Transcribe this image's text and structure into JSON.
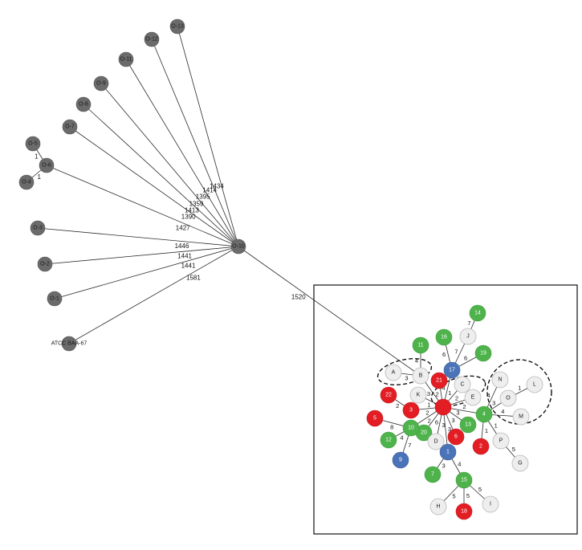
{
  "outer_nodes": [
    {
      "id": "O-13",
      "label": "O-13"
    },
    {
      "id": "O-12",
      "label": "O-12"
    },
    {
      "id": "O-11",
      "label": "O-11"
    },
    {
      "id": "O-9",
      "label": "O-9"
    },
    {
      "id": "O-8",
      "label": "O-8"
    },
    {
      "id": "O-7",
      "label": "O-7"
    },
    {
      "id": "O-5",
      "label": "O-5"
    },
    {
      "id": "O-6",
      "label": "O-6"
    },
    {
      "id": "O-4",
      "label": "O-4"
    },
    {
      "id": "O-3",
      "label": "O-3"
    },
    {
      "id": "O-2",
      "label": "O-2"
    },
    {
      "id": "O-1",
      "label": "O-1"
    },
    {
      "id": "ATCC",
      "label": "ATCC BAA-67"
    },
    {
      "id": "O-10",
      "label": "O-10"
    }
  ],
  "outer_edges": [
    {
      "from": "O-13",
      "to": "O-10",
      "weight": "1434"
    },
    {
      "from": "O-12",
      "to": "O-10",
      "weight": "1414"
    },
    {
      "from": "O-11",
      "to": "O-10",
      "weight": "1395"
    },
    {
      "from": "O-9",
      "to": "O-10",
      "weight": "1359"
    },
    {
      "from": "O-8",
      "to": "O-10",
      "weight": "1413"
    },
    {
      "from": "O-7",
      "to": "O-10",
      "weight": "1390"
    },
    {
      "from": "O-6",
      "to": "O-10",
      "weight": "1427"
    },
    {
      "from": "O-5",
      "to": "O-6",
      "weight": "1"
    },
    {
      "from": "O-4",
      "to": "O-6",
      "weight": "1"
    },
    {
      "from": "O-3",
      "to": "O-10",
      "weight": "1446"
    },
    {
      "from": "O-2",
      "to": "O-10",
      "weight": "1441"
    },
    {
      "from": "O-1",
      "to": "O-10",
      "weight": "1441"
    },
    {
      "from": "ATCC",
      "to": "O-10",
      "weight": "1581"
    },
    {
      "from": "O-10",
      "to": "B",
      "weight": "1520"
    }
  ],
  "inset_nodes": [
    {
      "id": "14",
      "label": "14",
      "color": "green"
    },
    {
      "id": "J",
      "label": "J",
      "color": "white"
    },
    {
      "id": "16",
      "label": "16",
      "color": "green"
    },
    {
      "id": "11",
      "label": "11",
      "color": "green"
    },
    {
      "id": "19",
      "label": "19",
      "color": "green"
    },
    {
      "id": "17",
      "label": "17",
      "color": "blue"
    },
    {
      "id": "A",
      "label": "A",
      "color": "white"
    },
    {
      "id": "B",
      "label": "B",
      "color": "white"
    },
    {
      "id": "21",
      "label": "21",
      "color": "red"
    },
    {
      "id": "C",
      "label": "C",
      "color": "white"
    },
    {
      "id": "N",
      "label": "N",
      "color": "white"
    },
    {
      "id": "L",
      "label": "L",
      "color": "white"
    },
    {
      "id": "22",
      "label": "22",
      "color": "red"
    },
    {
      "id": "K",
      "label": "K",
      "color": "white"
    },
    {
      "id": "E",
      "label": "E",
      "color": "white"
    },
    {
      "id": "O",
      "label": "O",
      "color": "white"
    },
    {
      "id": "3",
      "label": "3",
      "color": "red"
    },
    {
      "id": "hub",
      "label": "",
      "color": "red"
    },
    {
      "id": "4",
      "label": "4",
      "color": "green"
    },
    {
      "id": "M",
      "label": "M",
      "color": "white"
    },
    {
      "id": "13",
      "label": "13",
      "color": "green"
    },
    {
      "id": "5",
      "label": "5",
      "color": "red"
    },
    {
      "id": "20",
      "label": "20",
      "color": "green"
    },
    {
      "id": "10",
      "label": "10",
      "color": "green"
    },
    {
      "id": "6",
      "label": "6",
      "color": "red"
    },
    {
      "id": "D",
      "label": "D",
      "color": "white"
    },
    {
      "id": "12",
      "label": "12",
      "color": "green"
    },
    {
      "id": "P",
      "label": "P",
      "color": "white"
    },
    {
      "id": "2",
      "label": "2",
      "color": "red"
    },
    {
      "id": "1",
      "label": "1",
      "color": "blue"
    },
    {
      "id": "9",
      "label": "9",
      "color": "blue"
    },
    {
      "id": "G",
      "label": "G",
      "color": "white"
    },
    {
      "id": "7",
      "label": "7",
      "color": "green"
    },
    {
      "id": "15",
      "label": "15",
      "color": "green"
    },
    {
      "id": "H",
      "label": "H",
      "color": "white"
    },
    {
      "id": "I",
      "label": "I",
      "color": "white"
    },
    {
      "id": "18",
      "label": "18",
      "color": "red"
    }
  ],
  "inset_edges": [
    {
      "from": "14",
      "to": "J",
      "weight": "7"
    },
    {
      "from": "J",
      "to": "17",
      "weight": "7"
    },
    {
      "from": "16",
      "to": "17",
      "weight": "6"
    },
    {
      "from": "19",
      "to": "17",
      "weight": "6"
    },
    {
      "from": "11",
      "to": "B",
      "weight": "4"
    },
    {
      "from": "A",
      "to": "B",
      "weight": "3"
    },
    {
      "from": "B",
      "to": "hub",
      "weight": "3"
    },
    {
      "from": "21",
      "to": "hub",
      "weight": "2"
    },
    {
      "from": "17",
      "to": "hub",
      "weight": "4"
    },
    {
      "from": "C",
      "to": "hub",
      "weight": "1"
    },
    {
      "from": "E",
      "to": "hub",
      "weight": "2"
    },
    {
      "from": "K",
      "to": "hub",
      "weight": "1"
    },
    {
      "from": "22",
      "to": "3",
      "weight": "2"
    },
    {
      "from": "3",
      "to": "hub",
      "weight": "2"
    },
    {
      "from": "4",
      "to": "hub",
      "weight": "2"
    },
    {
      "from": "N",
      "to": "4",
      "weight": "4"
    },
    {
      "from": "O",
      "to": "4",
      "weight": "3"
    },
    {
      "from": "L",
      "to": "O",
      "weight": "1"
    },
    {
      "from": "M",
      "to": "4",
      "weight": "4"
    },
    {
      "from": "13",
      "to": "hub",
      "weight": "3"
    },
    {
      "from": "5",
      "to": "10",
      "weight": "8"
    },
    {
      "from": "10",
      "to": "hub",
      "weight": "2"
    },
    {
      "from": "20",
      "to": "hub",
      "weight": "6"
    },
    {
      "from": "6",
      "to": "hub",
      "weight": "3"
    },
    {
      "from": "D",
      "to": "hub",
      "weight": "3"
    },
    {
      "from": "12",
      "to": "10",
      "weight": "4"
    },
    {
      "from": "9",
      "to": "10",
      "weight": "7"
    },
    {
      "from": "P",
      "to": "4",
      "weight": "1"
    },
    {
      "from": "G",
      "to": "P",
      "weight": "5"
    },
    {
      "from": "2",
      "to": "4",
      "weight": "1"
    },
    {
      "from": "1",
      "to": "hub",
      "weight": "3"
    },
    {
      "from": "7",
      "to": "1",
      "weight": "3"
    },
    {
      "from": "15",
      "to": "1",
      "weight": "4"
    },
    {
      "from": "H",
      "to": "15",
      "weight": "5"
    },
    {
      "from": "I",
      "to": "15",
      "weight": "5"
    },
    {
      "from": "18",
      "to": "15",
      "weight": "5"
    }
  ],
  "colors": {
    "gray": "#6b6b6b",
    "white": "#eeeeee",
    "red": "#e21d24",
    "green": "#4db34a",
    "blue": "#4a73b8"
  }
}
